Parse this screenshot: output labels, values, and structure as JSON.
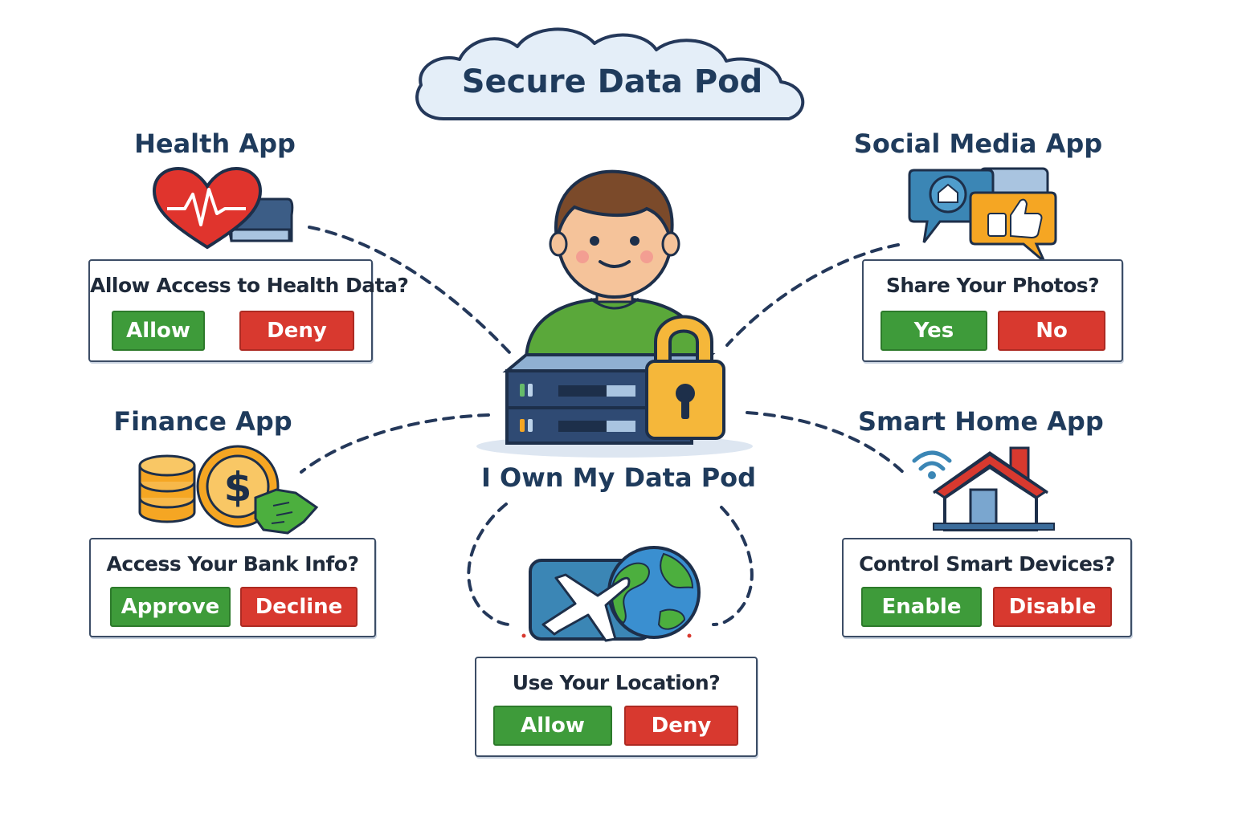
{
  "title": "Secure Data Pod",
  "center": {
    "caption": "I Own My Data Pod"
  },
  "apps": {
    "health": {
      "title": "Health App",
      "question": "Allow Access to Health Data?",
      "accept": "Allow",
      "reject": "Deny"
    },
    "social": {
      "title": "Social Media App",
      "question": "Share Your Photos?",
      "accept": "Yes",
      "reject": "No"
    },
    "finance": {
      "title": "Finance App",
      "question": "Access Your Bank Info?",
      "accept": "Approve",
      "reject": "Decline"
    },
    "smarthome": {
      "title": "Smart Home App",
      "question": "Control Smart Devices?",
      "accept": "Enable",
      "reject": "Disable"
    },
    "location": {
      "question": "Use Your Location?",
      "accept": "Allow",
      "reject": "Deny"
    }
  },
  "colors": {
    "accept": "#3e9b3a",
    "reject": "#d8392f",
    "title_text": "#1f3b5c",
    "card_border": "#3c4d66",
    "cloud_fill": "#e4eef8"
  },
  "icons": [
    "heart-pulse-icon",
    "speech-bubbles-icon",
    "coins-handshake-icon",
    "smart-house-icon",
    "plane-globe-icon",
    "server-lock-icon",
    "user-avatar"
  ]
}
